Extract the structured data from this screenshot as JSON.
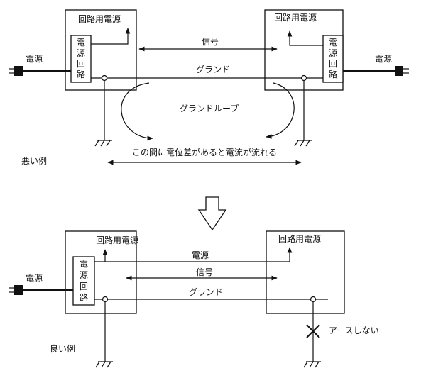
{
  "bad_example": {
    "caption": "悪い例",
    "left_device": {
      "circuit_power_label": "回路用電源",
      "power_circuit_chars": [
        "電",
        "源",
        "回",
        "路"
      ]
    },
    "right_device": {
      "circuit_power_label": "回路用電源",
      "power_circuit_chars": [
        "電",
        "源",
        "回",
        "路"
      ]
    },
    "left_power_label": "電源",
    "right_power_label": "電源",
    "signal_label": "信号",
    "ground_label": "グランド",
    "ground_loop_label": "グランドループ",
    "potential_note": "この間に電位差があると電流が流れる"
  },
  "good_example": {
    "caption": "良い例",
    "left_device": {
      "circuit_power_label": "回路用電源",
      "power_circuit_chars": [
        "電",
        "源",
        "回",
        "路"
      ]
    },
    "right_device": {
      "circuit_power_label": "回路用電源"
    },
    "left_power_label": "電源",
    "power_line_label": "電源",
    "signal_label": "信号",
    "ground_label": "グランド",
    "no_earth_label": "アースしない"
  }
}
